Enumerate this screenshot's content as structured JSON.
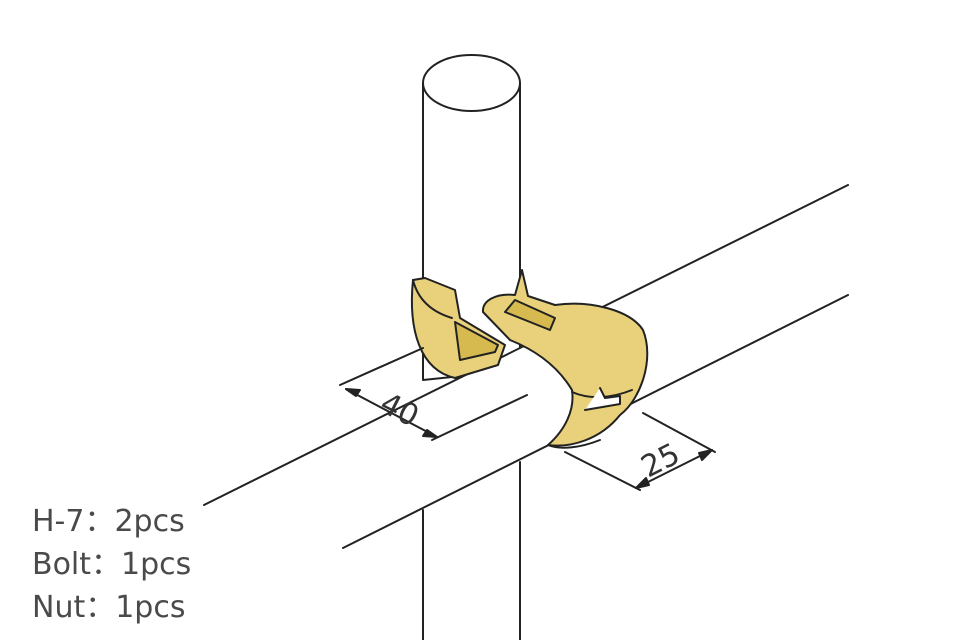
{
  "diagram": {
    "dimensions": {
      "clamp_width": "40",
      "clamp_depth": "25"
    },
    "parts": [
      {
        "text": "H-7：2pcs"
      },
      {
        "text": "Bolt：1pcs"
      },
      {
        "text": "Nut：1pcs"
      }
    ],
    "colors": {
      "clamp_fill": "#e8d17a",
      "clamp_shade": "#d6b94f",
      "outline": "#222222",
      "pipe_fill": "#ffffff"
    }
  }
}
